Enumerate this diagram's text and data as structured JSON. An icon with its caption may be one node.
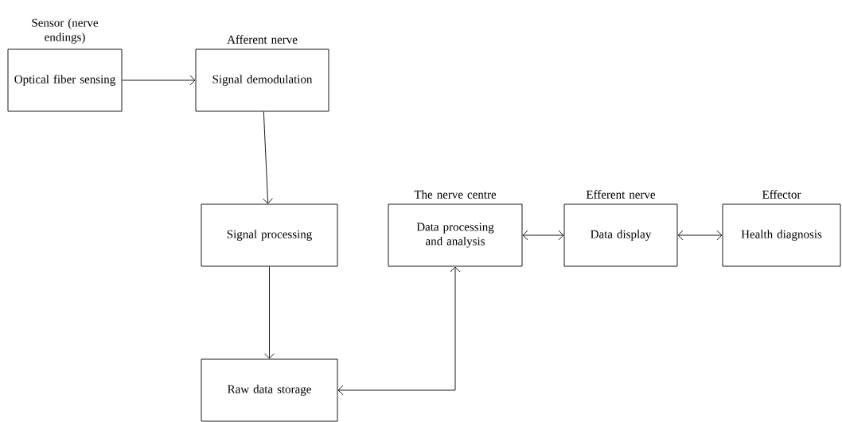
{
  "diagram": {
    "nodes": [
      {
        "text": [
          "Sensor (nerve endings)",
          "Optical fiber sensing"
        ]
      },
      {
        "text": [
          "Afferent nerve",
          "Signal demodulation"
        ]
      },
      {
        "text": [
          "Signal processing"
        ]
      },
      {
        "text": [
          "Raw data storage"
        ]
      },
      {
        "text": [
          "The nerve centre",
          "Data processing and analysis"
        ]
      },
      {
        "text": [
          "Efferent nerve",
          "Data display"
        ]
      },
      {
        "text": [
          "Effector",
          "Health diagnosis"
        ]
      }
    ],
    "edges": [
      {
        "from": 0,
        "to": 1,
        "arrow": "to"
      },
      {
        "from": 1,
        "to": 2,
        "arrow": "to"
      },
      {
        "from": 2,
        "to": 3,
        "arrow": "to"
      },
      {
        "from": 3,
        "to": 4,
        "arrow": "both"
      },
      {
        "from": 4,
        "to": 5,
        "arrow": "both"
      },
      {
        "from": 5,
        "to": 6,
        "arrow": "both"
      }
    ]
  }
}
